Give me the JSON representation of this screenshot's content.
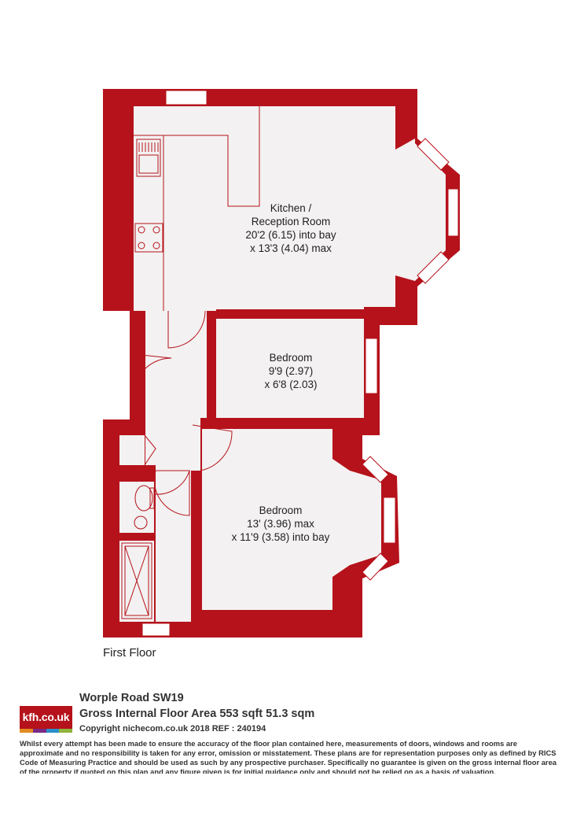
{
  "floor_label": "First Floor",
  "rooms": {
    "kitchen": {
      "name_line1": "Kitchen /",
      "name_line2": "Reception Room",
      "dim1": "20'2 (6.15) into bay",
      "dim2": "x 13'3 (4.04) max"
    },
    "bedroom1": {
      "name": "Bedroom",
      "dim1": "9'9 (2.97)",
      "dim2": "x 6'8 (2.03)"
    },
    "bedroom2": {
      "name": "Bedroom",
      "dim1": "13' (3.96) max",
      "dim2": "x 11'9 (3.58) into bay"
    }
  },
  "footer": {
    "logo_text": "kfh.co.uk",
    "address": "Worple Road  SW19",
    "area": "Gross Internal Floor Area 553 sqft 51.3 sqm",
    "copyright": "Copyright nichecom.co.uk 2018 REF : 240194",
    "disclaimer": "Whilst every attempt has been made to ensure the accuracy of the floor plan contained here, measurements of doors, windows and rooms are approximate and no responsibility is taken for any error, omission or misstatement. These plans are for representation purposes only as defined by RICS Code of Measuring Practice and should be used as such by any prospective purchaser. Specifically no guarantee is given on the gross internal floor area of the property if quoted on this plan and any figure given is for initial guidance only and should not be relied on as a basis of valuation."
  },
  "colors": {
    "wall": "#b5121b",
    "floor": "#f3f1f1",
    "logo_stripes": [
      "#e38b22",
      "#7a2b83",
      "#2b8fc9",
      "#8fb43b"
    ]
  }
}
